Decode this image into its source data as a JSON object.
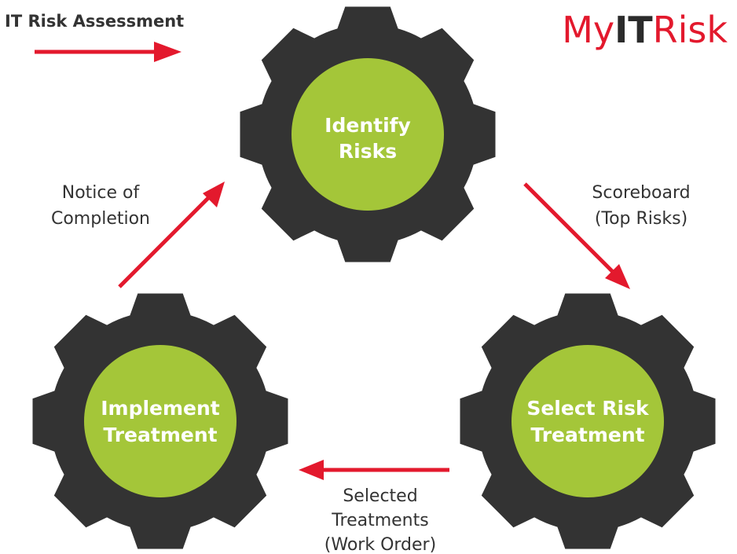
{
  "header": {
    "title": "IT Risk Assessment"
  },
  "brand": {
    "part1": "My",
    "part2": "IT",
    "part3": "Risk"
  },
  "gears": [
    {
      "line1": "Identify",
      "line2": "Risks"
    },
    {
      "line1": "Select Risk",
      "line2": "Treatment"
    },
    {
      "line1": "Implement",
      "line2": "Treatment"
    }
  ],
  "flows": {
    "scoreboard": {
      "line1": "Scoreboard",
      "line2": "(Top Risks)"
    },
    "selected": {
      "line1": "Selected",
      "line2": "Treatments",
      "line3": "(Work Order)"
    },
    "notice": {
      "line1": "Notice of",
      "line2": "Completion"
    }
  },
  "colors": {
    "gear": "#333333",
    "hub": "#a4c639",
    "arrow": "#e3192d",
    "brand_red": "#e3192d",
    "brand_dark": "#2b2b2b"
  }
}
